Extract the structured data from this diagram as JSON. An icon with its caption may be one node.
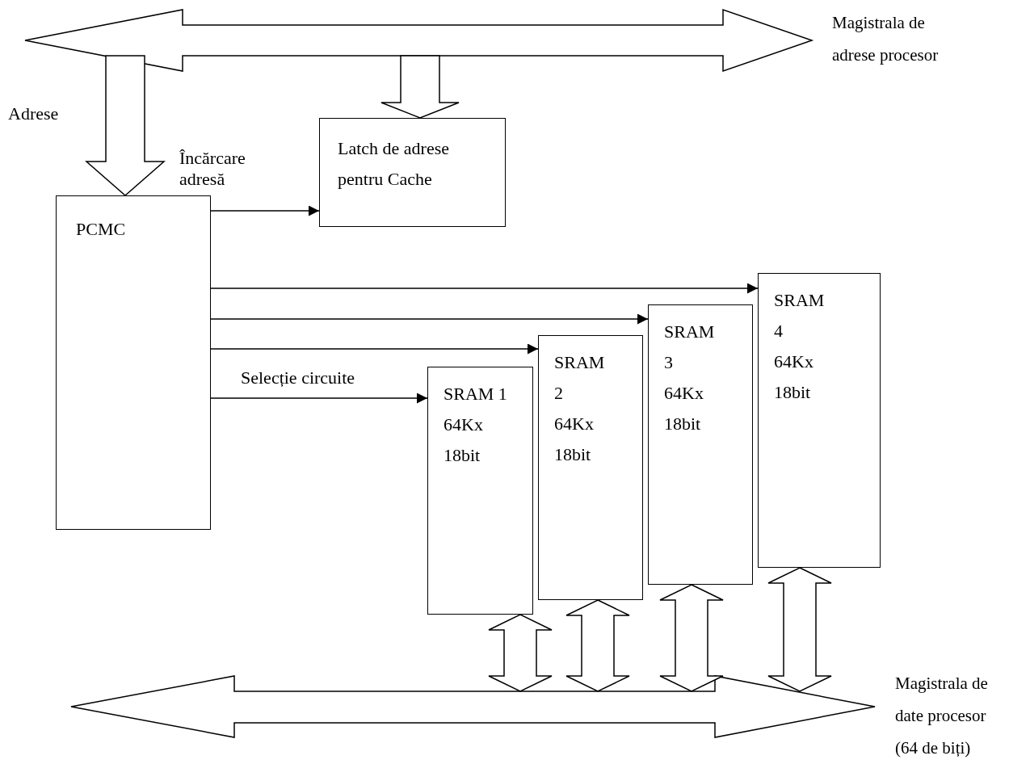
{
  "diagram": {
    "nodes": [
      {
        "text": [],
        "shape": "bar",
        "beside": [
          "Magistrala de adrese procesor"
        ]
      },
      {
        "text": [
          "Latch de adrese pentru Cache"
        ]
      },
      {
        "text": [
          "PCMC"
        ]
      },
      {
        "text": [
          "SRAM 1 64Kx 18bit"
        ]
      },
      {
        "text": [
          "SRAM 2 64Kx 18bit"
        ]
      },
      {
        "text": [
          "SRAM 3 64Kx 18bit"
        ]
      },
      {
        "text": [
          "SRAM 4 64Kx 18bit"
        ]
      },
      {
        "text": [],
        "shape": "bar",
        "beside": [
          "Magistrala de date procesor (64 de biți)"
        ]
      }
    ],
    "edges": [
      {
        "from": 0,
        "to": 2,
        "arrow": "to",
        "style": "thick",
        "label": "Adrese"
      },
      {
        "from": 0,
        "to": 1,
        "arrow": "to",
        "style": "thick"
      },
      {
        "from": 2,
        "to": 1,
        "arrow": "to",
        "label": "Încărcare adresă"
      },
      {
        "from": 2,
        "to": 3,
        "arrow": "to",
        "label": "Selecție circuite"
      },
      {
        "from": 2,
        "to": 4,
        "arrow": "to"
      },
      {
        "from": 2,
        "to": 5,
        "arrow": "to"
      },
      {
        "from": 2,
        "to": 6,
        "arrow": "to"
      },
      {
        "from": 3,
        "to": 7,
        "arrow": "both",
        "style": "thick"
      },
      {
        "from": 4,
        "to": 7,
        "arrow": "both",
        "style": "thick"
      },
      {
        "from": 5,
        "to": 7,
        "arrow": "both",
        "style": "thick"
      },
      {
        "from": 6,
        "to": 7,
        "arrow": "both",
        "style": "thick"
      }
    ]
  }
}
